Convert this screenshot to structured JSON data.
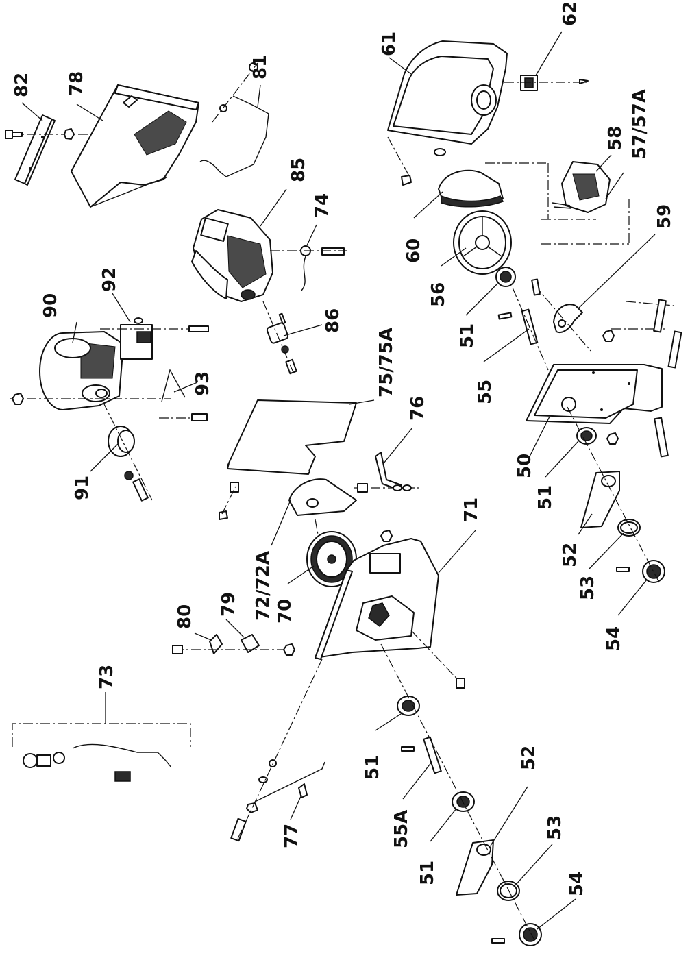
{
  "callouts": [
    {
      "id": "82",
      "label": "82"
    },
    {
      "id": "78",
      "label": "78"
    },
    {
      "id": "81",
      "label": "81"
    },
    {
      "id": "61",
      "label": "61"
    },
    {
      "id": "62",
      "label": "62"
    },
    {
      "id": "58",
      "label": "58"
    },
    {
      "id": "57",
      "label": "57/57A"
    },
    {
      "id": "85",
      "label": "85"
    },
    {
      "id": "74",
      "label": "74"
    },
    {
      "id": "60",
      "label": "60"
    },
    {
      "id": "56",
      "label": "56"
    },
    {
      "id": "59",
      "label": "59"
    },
    {
      "id": "90",
      "label": "90"
    },
    {
      "id": "92",
      "label": "92"
    },
    {
      "id": "86",
      "label": "86"
    },
    {
      "id": "51a",
      "label": "51"
    },
    {
      "id": "55",
      "label": "55"
    },
    {
      "id": "93",
      "label": "93"
    },
    {
      "id": "75",
      "label": "75/75A"
    },
    {
      "id": "50",
      "label": "50"
    },
    {
      "id": "51b",
      "label": "51"
    },
    {
      "id": "91",
      "label": "91"
    },
    {
      "id": "76",
      "label": "76"
    },
    {
      "id": "71",
      "label": "71"
    },
    {
      "id": "52a",
      "label": "52"
    },
    {
      "id": "53a",
      "label": "53"
    },
    {
      "id": "72",
      "label": "72/72A"
    },
    {
      "id": "70",
      "label": "70"
    },
    {
      "id": "54a",
      "label": "54"
    },
    {
      "id": "80",
      "label": "80"
    },
    {
      "id": "79",
      "label": "79"
    },
    {
      "id": "73",
      "label": "73"
    },
    {
      "id": "51c",
      "label": "51"
    },
    {
      "id": "52b",
      "label": "52"
    },
    {
      "id": "53b",
      "label": "53"
    },
    {
      "id": "55A",
      "label": "55A"
    },
    {
      "id": "51d",
      "label": "51"
    },
    {
      "id": "54b",
      "label": "54"
    },
    {
      "id": "77",
      "label": "77"
    }
  ]
}
